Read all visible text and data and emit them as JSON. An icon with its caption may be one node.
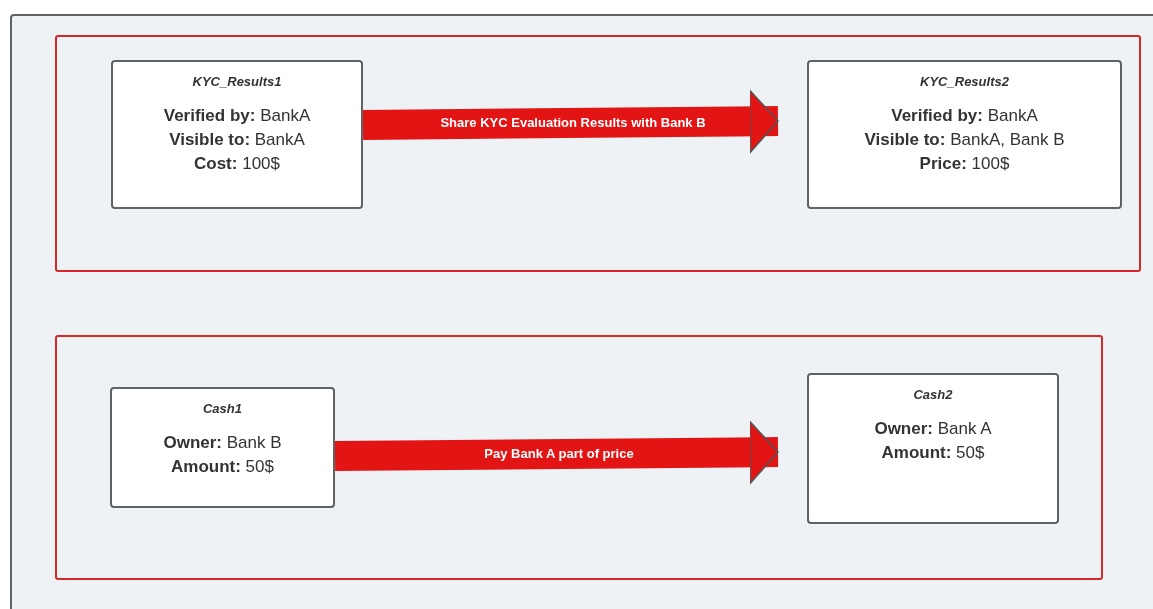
{
  "diagram": {
    "nodes": [
      {
        "text": [],
        "shape": "box"
      },
      {
        "text": [
          "KYC_Results1",
          "**Verified by:** BankA",
          "**Visible to:** BankA",
          "**Cost:** 100$"
        ],
        "in": 0
      },
      {
        "text": [
          "KYC_Results2",
          "**Verified by:** BankA",
          "**Visible to:** BankA, Bank B",
          "**Price:** 100$"
        ],
        "in": 0
      },
      {
        "text": [],
        "shape": "box"
      },
      {
        "text": [
          "Cash1",
          "**Owner:** Bank B",
          "**Amount:** 50$"
        ],
        "in": 3
      },
      {
        "text": [
          "Cash2",
          "**Owner:** Bank A",
          "**Amount:** 50$"
        ],
        "in": 3
      }
    ],
    "edges": [
      {
        "from": 1,
        "to": 2,
        "arrow": "to",
        "label": "Share KYC Evaluation Results with Bank B"
      },
      {
        "from": 4,
        "to": 5,
        "arrow": "to",
        "label": "Pay Bank A part of price"
      }
    ]
  }
}
